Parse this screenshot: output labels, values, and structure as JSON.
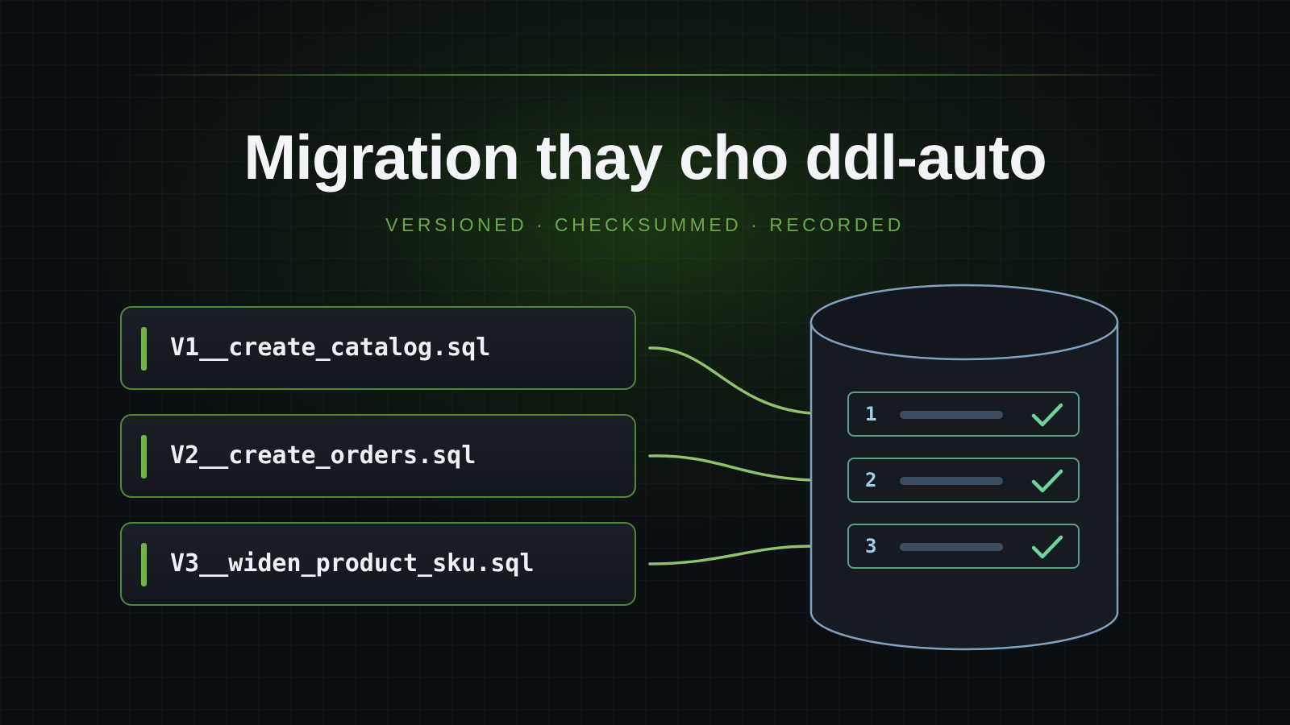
{
  "title": "Migration thay cho ddl-auto",
  "subtitle": "VERSIONED · CHECKSUMMED · RECORDED",
  "migrations": [
    {
      "file": "V1__create_catalog.sql"
    },
    {
      "file": "V2__create_orders.sql"
    },
    {
      "file": "V3__widen_product_sku.sql"
    }
  ],
  "history_rows": [
    {
      "number": "1",
      "status_icon": "check-icon"
    },
    {
      "number": "2",
      "status_icon": "check-icon"
    },
    {
      "number": "3",
      "status_icon": "check-icon"
    }
  ],
  "colors": {
    "accent": "#6aaa44",
    "connector": "#8fc26a",
    "database_stroke": "#7fa0bf",
    "row_border": "#5a9f86",
    "check": "#6fd49a",
    "number": "#9ed0ee"
  }
}
